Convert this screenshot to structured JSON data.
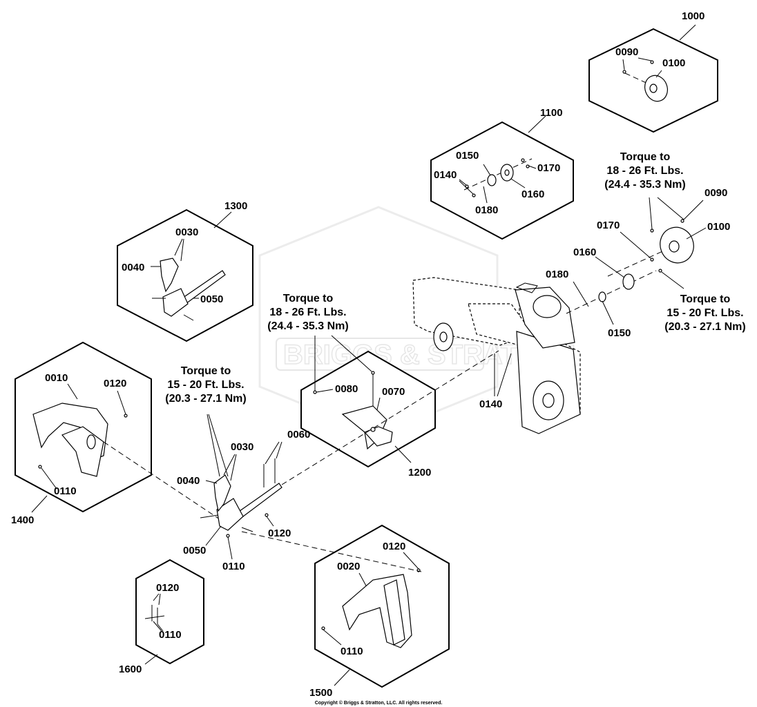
{
  "watermark": "BRIGGS & STRATTON",
  "copyright": "Copyright © Briggs & Stratton, LLC. All rights reserved.",
  "torque_notes": {
    "top_right_18_26": [
      "Torque to",
      "18 - 26 Ft. Lbs.",
      "(24.4 - 35.3 Nm)"
    ],
    "right_15_20": [
      "Torque to",
      "15 - 20 Ft. Lbs.",
      "(20.3 - 27.1 Nm)"
    ],
    "center_18_26": [
      "Torque to",
      "18 - 26 Ft. Lbs.",
      "(24.4 - 35.3 Nm)"
    ],
    "left_15_20": [
      "Torque to",
      "15 - 20 Ft. Lbs.",
      "(20.3 - 27.1 Nm)"
    ]
  },
  "kits": {
    "k1000": {
      "number": "1000",
      "parts": [
        "0090",
        "0100"
      ]
    },
    "k1100": {
      "number": "1100",
      "parts": [
        "0150",
        "0140",
        "0170",
        "0160",
        "0180"
      ]
    },
    "k1300": {
      "number": "1300",
      "parts": [
        "0030",
        "0040",
        "0050"
      ]
    },
    "k1200": {
      "number": "1200",
      "parts": [
        "0080",
        "0070"
      ]
    },
    "k1400": {
      "number": "1400",
      "parts": [
        "0010",
        "0120",
        "0110"
      ]
    },
    "k1500": {
      "number": "1500",
      "parts": [
        "0120",
        "0020",
        "0110"
      ]
    },
    "k1600": {
      "number": "1600",
      "parts": [
        "0120",
        "0110"
      ]
    }
  },
  "main_parts": {
    "p0090": "0090",
    "p0100": "0100",
    "p0170": "0170",
    "p0160": "0160",
    "p0180": "0180",
    "p0150": "0150",
    "p0140": "0140",
    "p0060": "0060",
    "p0030": "0030",
    "p0040": "0040",
    "p0050": "0050",
    "p0110": "0110",
    "p0120": "0120"
  }
}
